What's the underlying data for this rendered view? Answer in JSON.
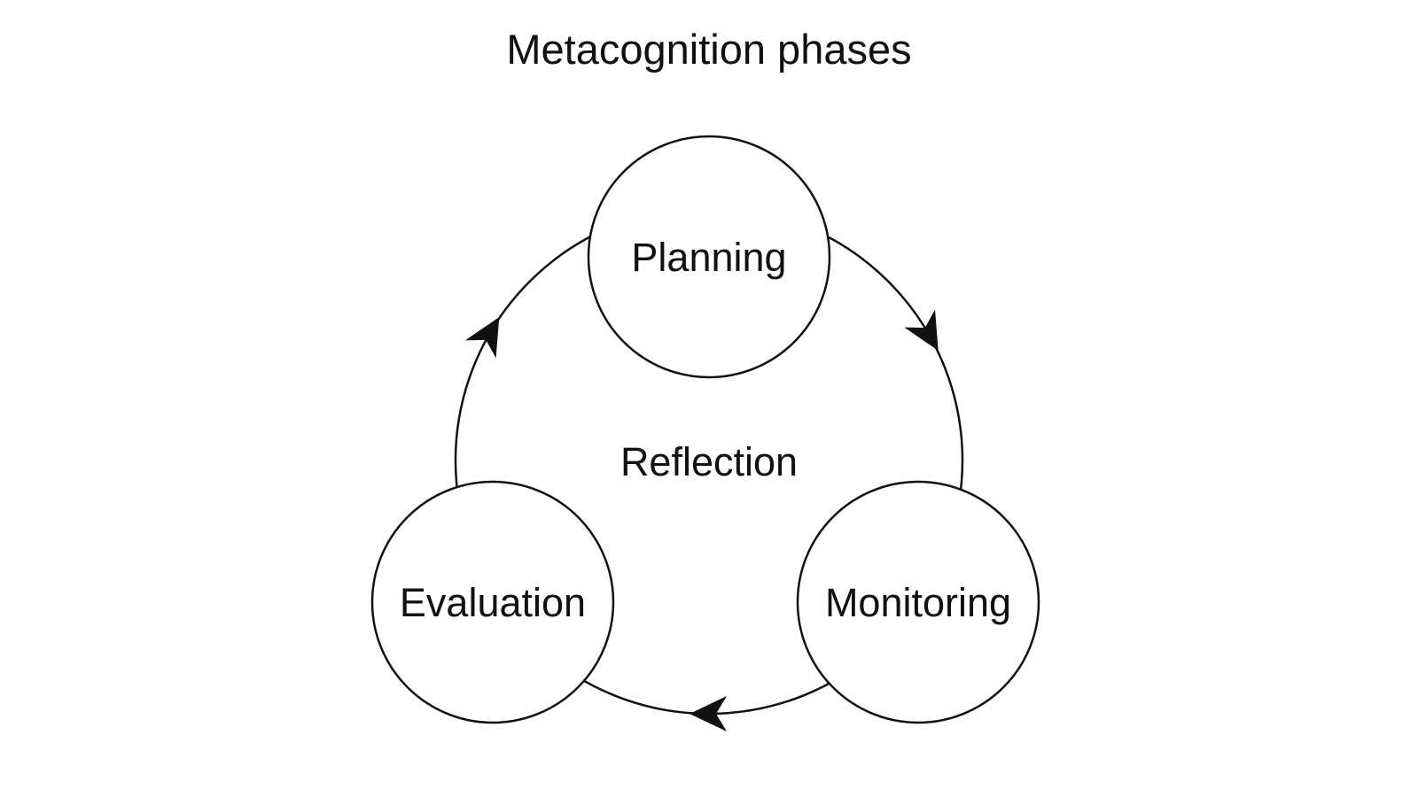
{
  "title": "Metacognition phases",
  "center_label": "Reflection",
  "phases": [
    {
      "id": "planning",
      "label": "Planning"
    },
    {
      "id": "monitoring",
      "label": "Monitoring"
    },
    {
      "id": "evaluation",
      "label": "Evaluation"
    }
  ],
  "flow": [
    {
      "from": "planning",
      "to": "monitoring"
    },
    {
      "from": "monitoring",
      "to": "evaluation"
    },
    {
      "from": "evaluation",
      "to": "planning"
    }
  ],
  "colors": {
    "stroke": "#111111",
    "text": "#111111",
    "fill": "#ffffff",
    "background": "#ffffff"
  }
}
